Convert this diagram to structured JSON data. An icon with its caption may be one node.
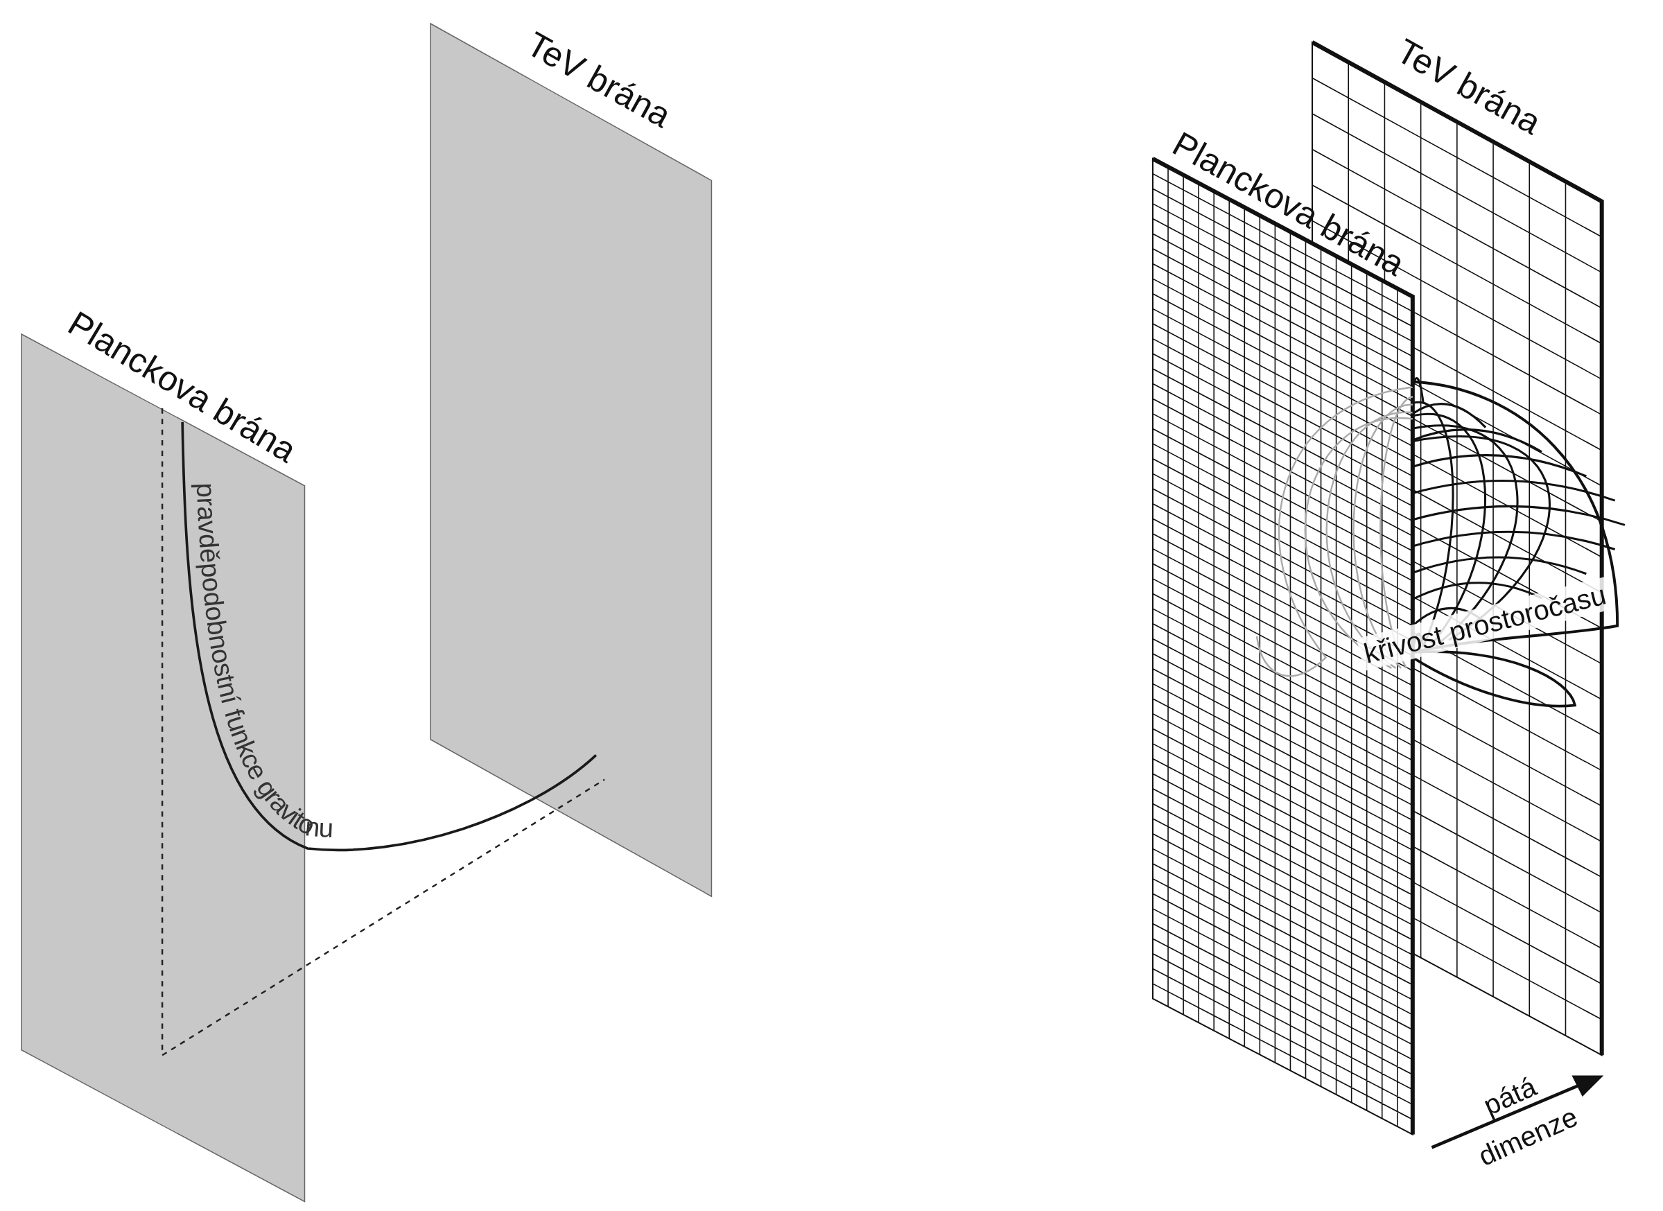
{
  "diagram": {
    "nodes": [
      {
        "text": [
          "Planckova brána"
        ]
      },
      {
        "text": [
          "TeV brána"
        ]
      },
      {
        "text": [
          "TeV brána"
        ]
      },
      {
        "text": [
          "Planckova brána"
        ]
      }
    ],
    "edges": [
      {
        "from": 0,
        "to": 1,
        "arrow": "none",
        "label": "pravděpodobnostní funkce gravitonu"
      },
      {
        "from": 0,
        "to": 1,
        "arrow": "none",
        "style": "dashed"
      }
    ],
    "labels": [
      "křivost prostoročasu",
      "pátá dimenze"
    ]
  }
}
